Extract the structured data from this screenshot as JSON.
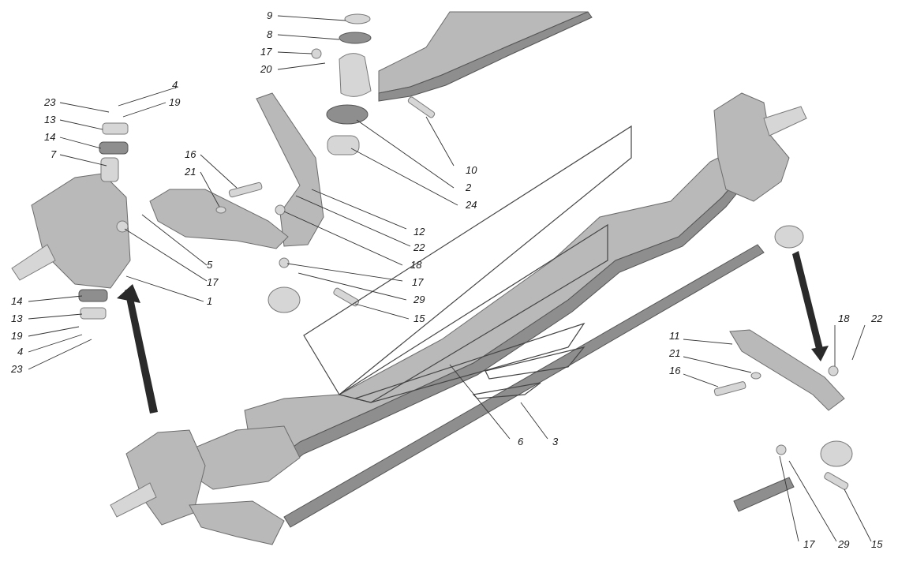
{
  "callouts": [
    {
      "id": "c9a",
      "label": "9"
    },
    {
      "id": "c8a",
      "label": "8"
    },
    {
      "id": "c17a",
      "label": "17"
    },
    {
      "id": "c20a",
      "label": "20"
    },
    {
      "id": "c4a",
      "label": "4"
    },
    {
      "id": "c23a",
      "label": "23"
    },
    {
      "id": "c19a",
      "label": "19"
    },
    {
      "id": "c13a",
      "label": "13"
    },
    {
      "id": "c14a",
      "label": "14"
    },
    {
      "id": "c7a",
      "label": "7"
    },
    {
      "id": "c16a",
      "label": "16"
    },
    {
      "id": "c21a",
      "label": "21"
    },
    {
      "id": "c10a",
      "label": "10"
    },
    {
      "id": "c2a",
      "label": "2"
    },
    {
      "id": "c24a",
      "label": "24"
    },
    {
      "id": "c12a",
      "label": "12"
    },
    {
      "id": "c22a",
      "label": "22"
    },
    {
      "id": "c18a",
      "label": "18"
    },
    {
      "id": "c5a",
      "label": "5"
    },
    {
      "id": "c17b",
      "label": "17"
    },
    {
      "id": "c17c",
      "label": "17"
    },
    {
      "id": "c1a",
      "label": "1"
    },
    {
      "id": "c29a",
      "label": "29"
    },
    {
      "id": "c15a",
      "label": "15"
    },
    {
      "id": "c14b",
      "label": "14"
    },
    {
      "id": "c13b",
      "label": "13"
    },
    {
      "id": "c19b",
      "label": "19"
    },
    {
      "id": "c4b",
      "label": "4"
    },
    {
      "id": "c23b",
      "label": "23"
    },
    {
      "id": "c18b",
      "label": "18"
    },
    {
      "id": "c22b",
      "label": "22"
    },
    {
      "id": "c11a",
      "label": "11"
    },
    {
      "id": "c21b",
      "label": "21"
    },
    {
      "id": "c16b",
      "label": "16"
    },
    {
      "id": "c6a",
      "label": "6"
    },
    {
      "id": "c3a",
      "label": "3"
    },
    {
      "id": "c17d",
      "label": "17"
    },
    {
      "id": "c29b",
      "label": "29"
    },
    {
      "id": "c15b",
      "label": "15"
    }
  ],
  "colors": {
    "part_fill": "#b9b9b9",
    "part_stroke": "#6c6c6c",
    "label_text": "#1a1a1a",
    "background": "#ffffff"
  }
}
